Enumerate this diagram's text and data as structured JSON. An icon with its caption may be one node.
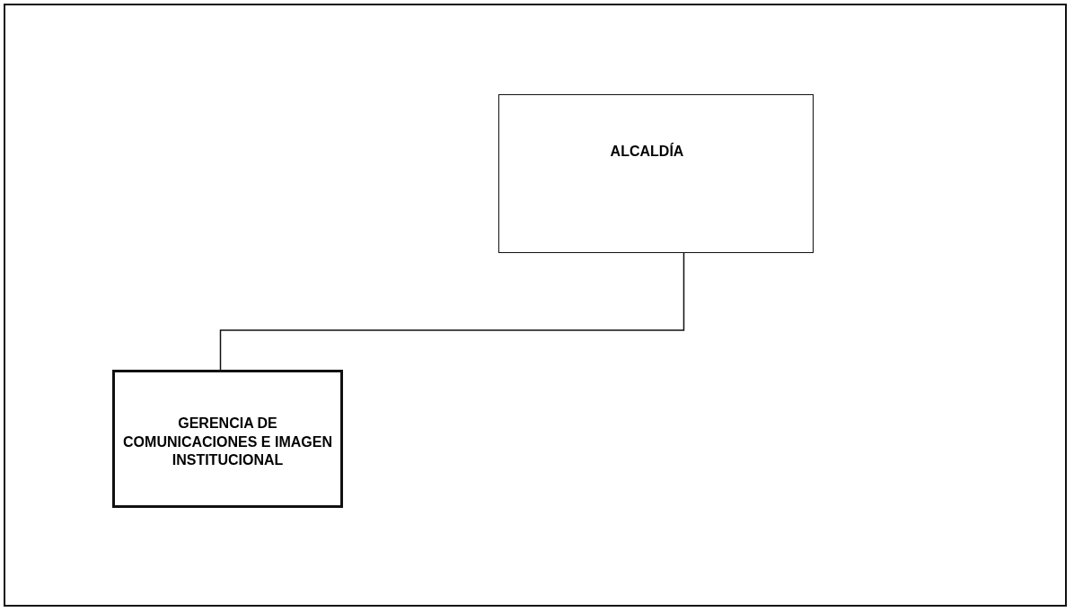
{
  "diagram": {
    "nodes": [
      {
        "text": [
          "ALCALDÍA"
        ]
      },
      {
        "text": [
          "GERENCIA DE COMUNICACIONES E IMAGEN INSTITUCIONAL"
        ]
      }
    ],
    "edges": [
      {
        "from": 0,
        "to": 1,
        "arrow": "none"
      }
    ]
  }
}
